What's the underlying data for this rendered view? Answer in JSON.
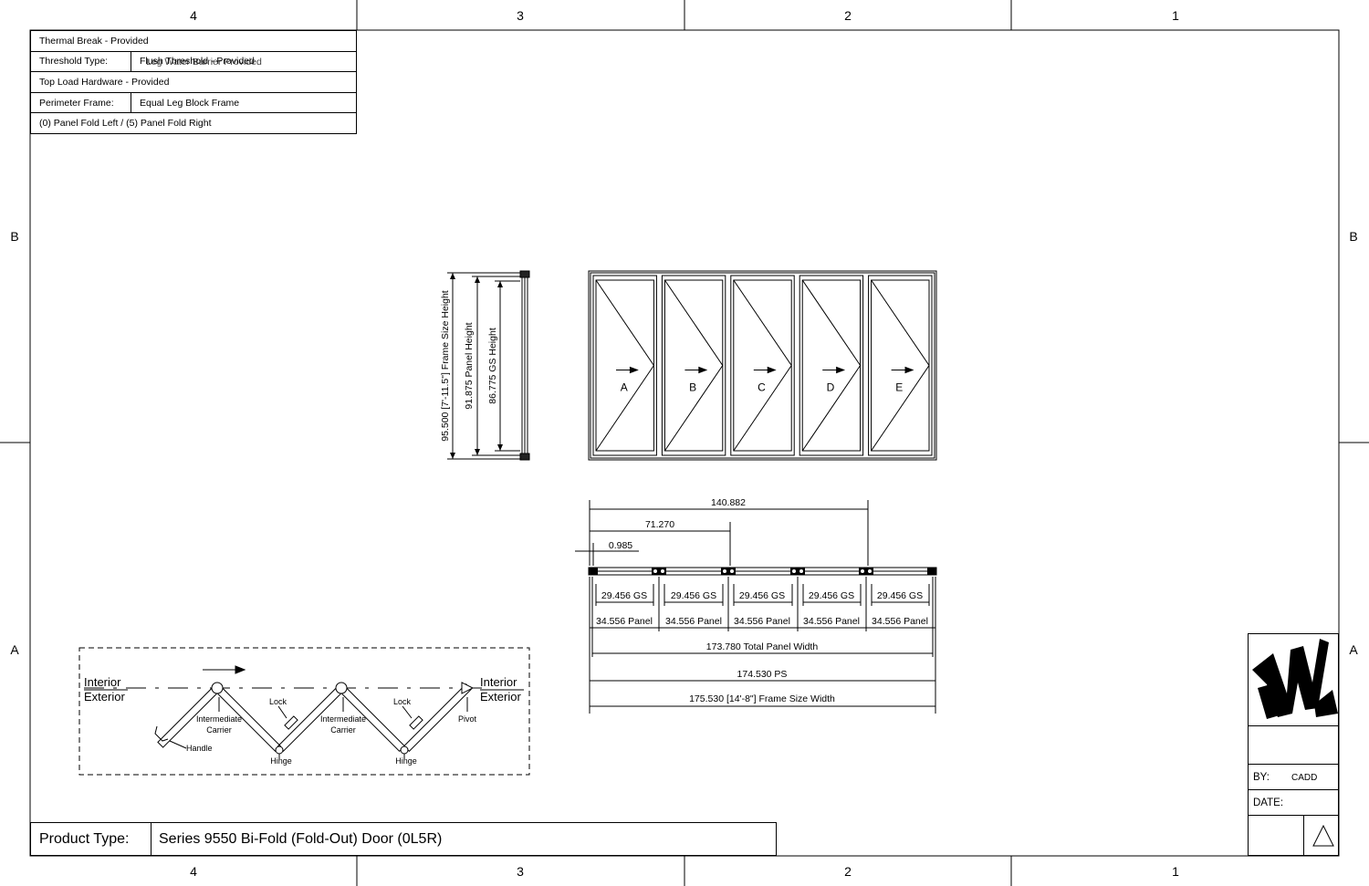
{
  "grid": {
    "columns_top": [
      "4",
      "3",
      "2",
      "1"
    ],
    "columns_bottom": [
      "4",
      "3",
      "2",
      "1"
    ],
    "rows_left": [
      "B",
      "A"
    ],
    "rows_right": [
      "B",
      "A"
    ]
  },
  "specs": {
    "thermal_break": "Thermal Break - Provided",
    "threshold_label": "Threshold Type:",
    "threshold_value": "Flush Threshold - Provided",
    "threshold_overlay": "Leg Water Barrier Provided",
    "top_load": "Top Load Hardware - Provided",
    "frame_label": "Perimeter Frame:",
    "frame_value": "Equal Leg Block Frame",
    "fold": "(0) Panel Fold Left / (5) Panel Fold Right"
  },
  "elevation": {
    "panels": [
      "A",
      "B",
      "C",
      "D",
      "E"
    ],
    "dim_frame_height": "95.500 [7'-11.5\"] Frame Size Height",
    "dim_panel_height": "91.875 Panel Height",
    "dim_gs_height": "86.775 GS Height"
  },
  "plan": {
    "dim_140": "140.882",
    "dim_71": "71.270",
    "dim_0985": "0.985",
    "gs_labels": [
      "29.456 GS",
      "29.456 GS",
      "29.456 GS",
      "29.456 GS",
      "29.456 GS"
    ],
    "panel_labels": [
      "34.556 Panel",
      "34.556 Panel",
      "34.556 Panel",
      "34.556 Panel",
      "34.556 Panel"
    ],
    "total_panel_width": "173.780 Total Panel Width",
    "ps_width": "174.530 PS",
    "frame_width": "175.530 [14'-8\"] Frame Size Width"
  },
  "fold_diagram": {
    "interior": "Interior",
    "exterior": "Exterior",
    "interior_right": "Interior",
    "exterior_right": "Exterior",
    "lock1": "Lock",
    "lock2": "Lock",
    "carrier1_line1": "Intermediate",
    "carrier1_line2": "Carrier",
    "carrier2_line1": "Intermediate",
    "carrier2_line2": "Carrier",
    "hinge1": "Hinge",
    "hinge2": "Hinge",
    "handle": "Handle",
    "pivot": "Pivot"
  },
  "product": {
    "label": "Product Type:",
    "value": "Series 9550 Bi-Fold (Fold-Out) Door (0L5R)"
  },
  "title_block": {
    "by_label": "BY:",
    "by_value": "CADD",
    "date_label": "DATE:",
    "date_value": "",
    "revision_icon": "triangle-icon",
    "logo_icon": "company-logo-icon"
  }
}
